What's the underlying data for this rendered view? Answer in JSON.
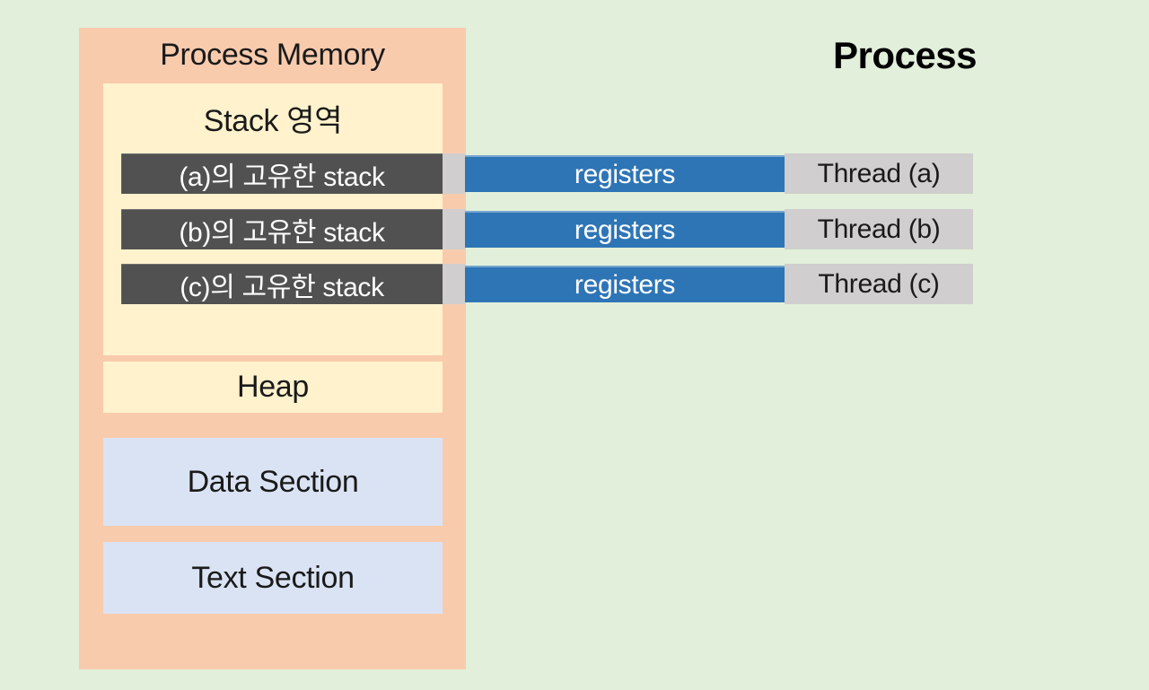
{
  "diagram": {
    "title": "Process",
    "process_memory": {
      "label": "Process Memory",
      "stack_region": {
        "label": "Stack 영역"
      },
      "heap": {
        "label": "Heap"
      },
      "data_section": {
        "label": "Data Section"
      },
      "text_section": {
        "label": "Text Section"
      }
    },
    "threads": [
      {
        "stack_label": "(a)의 고유한 stack",
        "registers_label": "registers",
        "thread_label": "Thread (a)"
      },
      {
        "stack_label": "(b)의 고유한 stack",
        "registers_label": "registers",
        "thread_label": "Thread (b)"
      },
      {
        "stack_label": "(c)의 고유한 stack",
        "registers_label": "registers",
        "thread_label": "Thread (c)"
      }
    ],
    "colors": {
      "background": "#e2efda",
      "process_memory_fill": "#f8cbad",
      "stack_heap_fill": "#fff2cc",
      "section_fill": "#dae3f3",
      "thread_stack_fill": "#515151",
      "registers_fill": "#2e75b6",
      "thread_bar_fill": "#d0cece",
      "text_dark": "#1a1a1a",
      "text_light": "#ffffff"
    }
  }
}
